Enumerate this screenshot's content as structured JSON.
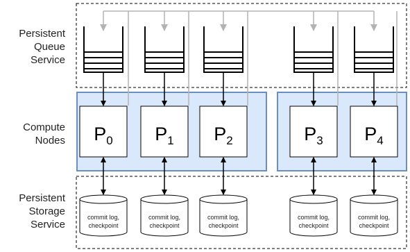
{
  "rows": {
    "queue": [
      "Persistent",
      "Queue",
      "Service"
    ],
    "compute": [
      "Compute",
      "Nodes"
    ],
    "storage": [
      "Persistent",
      "Storage",
      "Service"
    ]
  },
  "partitions": [
    {
      "main": "P",
      "sub": "0"
    },
    {
      "main": "P",
      "sub": "1"
    },
    {
      "main": "P",
      "sub": "2"
    },
    {
      "main": "P",
      "sub": "3"
    },
    {
      "main": "P",
      "sub": "4"
    }
  ],
  "storage_label": [
    "commit log,",
    "checkpoint"
  ],
  "colors": {
    "node_group_fill": "#dae8fc",
    "node_group_stroke": "#6c8ebf",
    "feedback_line": "#b3b3b3"
  }
}
